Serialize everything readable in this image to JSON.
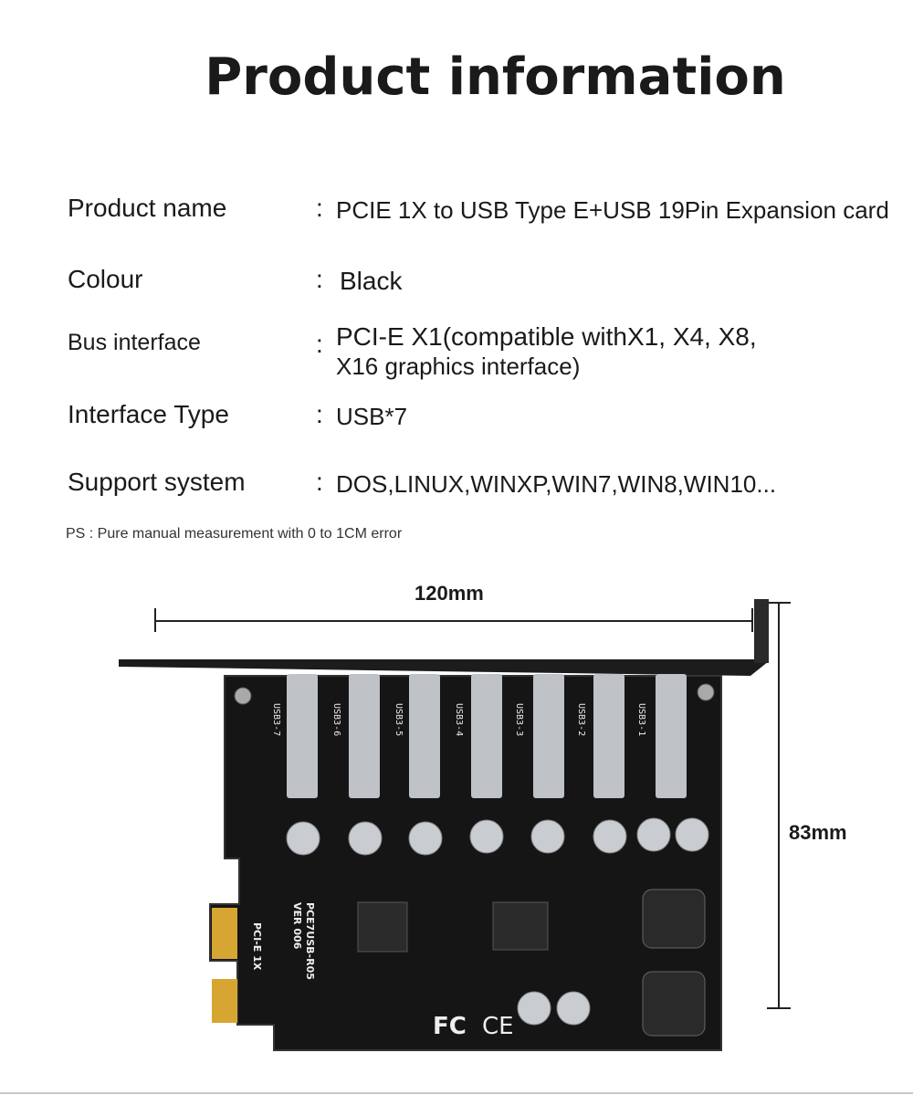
{
  "title": "Product information",
  "specs": [
    {
      "label": "Product name",
      "value": "PCIE 1X to USB Type E+USB 19Pin Expansion card"
    },
    {
      "label": "Colour",
      "value": "Black"
    },
    {
      "label": "Bus interface",
      "value_lines": [
        "PCI-E X1(compatible withX1, X4, X8,",
        "X16 graphics interface)"
      ]
    },
    {
      "label": "Interface Type",
      "value": "USB*7"
    },
    {
      "label": "Support system",
      "value": "DOS,LINUX,WINXP,WIN7,WIN8,WIN10..."
    }
  ],
  "colon": ":",
  "note": "PS : Pure manual measurement with 0 to 1CM error",
  "dimensions": {
    "width": "120mm",
    "height": "83mm"
  },
  "board": {
    "model": "PCE7USB-R05",
    "version": "VER 006",
    "edge_label": "PCI-E 1X",
    "ports": [
      "USB3-7",
      "USB3-6",
      "USB3-5",
      "USB3-4",
      "USB3-3",
      "USB3-2",
      "USB3-1"
    ]
  }
}
